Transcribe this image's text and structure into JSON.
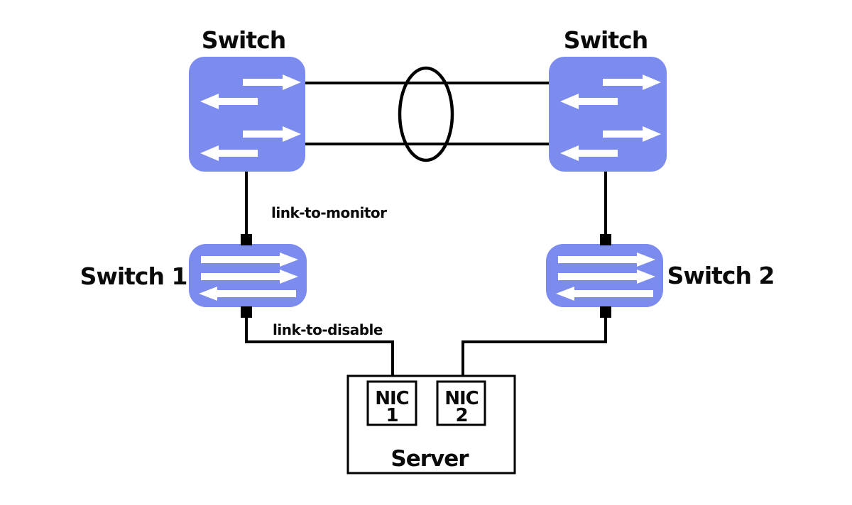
{
  "diagram": {
    "type": "network-topology-bonding-failover",
    "nodes": {
      "switch_top_left": {
        "label": "Switch"
      },
      "switch_top_right": {
        "label": "Switch"
      },
      "switch1": {
        "label": "Switch 1"
      },
      "switch2": {
        "label": "Switch 2"
      },
      "server": {
        "label": "Server",
        "nic1": {
          "line1": "NIC",
          "line2": "1"
        },
        "nic2": {
          "line1": "NIC",
          "line2": "2"
        }
      }
    },
    "links": {
      "monitor_label": "link-to-monitor",
      "disable_label": "link-to-disable"
    },
    "colors": {
      "switch_fill": "#7b8bee",
      "arrow_fill": "#ffffff",
      "line_color": "#000000",
      "background": "#ffffff"
    }
  }
}
